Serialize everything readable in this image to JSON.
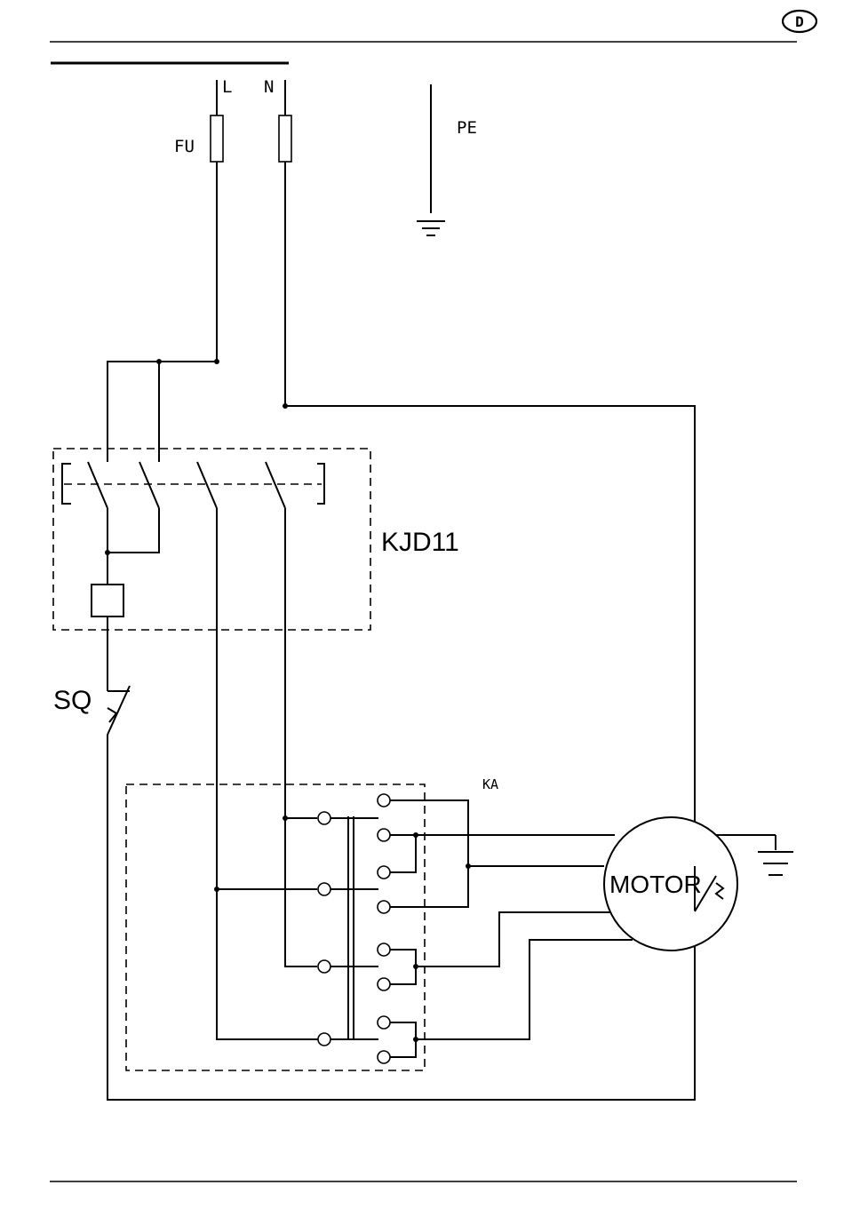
{
  "header": {
    "badge": "D"
  },
  "labels": {
    "line": "L",
    "neutral": "N",
    "earth": "PE",
    "fuse": "FU",
    "switch": "KJD11",
    "limit_switch": "SQ",
    "relay": "KA",
    "motor": "MOTOR"
  }
}
